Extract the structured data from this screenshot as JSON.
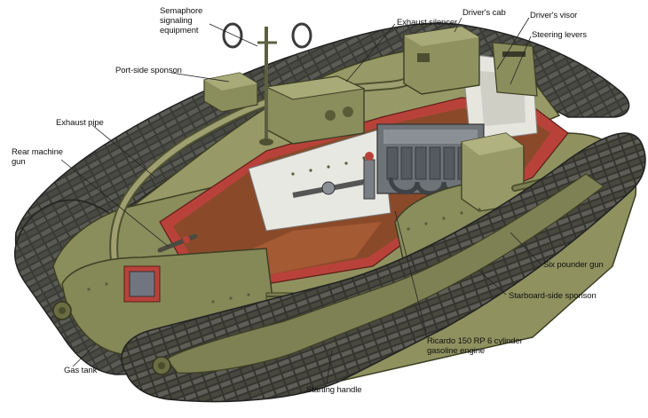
{
  "diagram": {
    "labels": {
      "semaphore": [
        "Semaphore",
        "signaling",
        "equipment"
      ],
      "exhaust_silencer": "Exhaust silencer",
      "drivers_cab": "Driver's cab",
      "drivers_visor": "Driver's visor",
      "steering_levers": "Steering levers",
      "port_sponson": "Port-side sponson",
      "exhaust_pipe": "Exhaust pipe",
      "rear_mg": [
        "Rear machine",
        "gun"
      ],
      "six_pounder": "Six pounder gun",
      "starboard_sponson": "Starboard-side sponson",
      "engine": [
        "Ricardo 150 RP 6 cylinder",
        "gasoline engine"
      ],
      "gas_tank": "Gas tank",
      "starting_handle": "Starting handle"
    }
  },
  "colors": {
    "hull": "#8a8d5c",
    "hull_dark": "#6a6d42",
    "hull_light": "#a8aa78",
    "track": "#3a3a36",
    "track_link": "#5b5b55",
    "interior_red": "#b8423a",
    "interior_floor": "#8a4a2a",
    "engine_metal": "#6e7378",
    "interior_white": "#e8e8e2",
    "leader_line": "#222222"
  }
}
